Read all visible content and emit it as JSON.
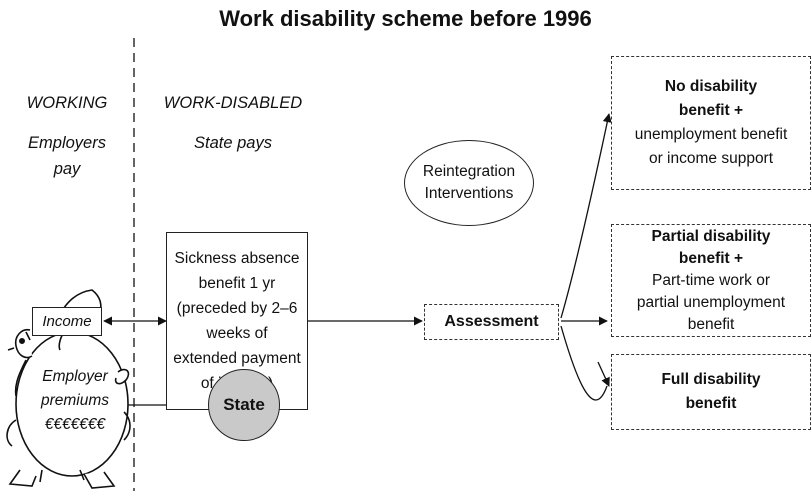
{
  "title": "Work disability scheme before 1996",
  "columns": {
    "working": {
      "heading": "WORKING",
      "sub1": "Employers",
      "sub2": "pay"
    },
    "disabled": {
      "heading": "WORK-DISABLED",
      "sub": "State pays"
    }
  },
  "income_label": "Income",
  "sickness_box": [
    "Sickness absence",
    "benefit 1 yr",
    "(preceded by 2–6",
    "weeks of",
    "extended payment",
    "of income)"
  ],
  "reintegration": [
    "Reintegration",
    "Interventions"
  ],
  "assessment": "Assessment",
  "outcomes": {
    "none": {
      "bold1": "No disability",
      "bold2": "benefit +",
      "text1": "unemployment benefit",
      "text2": "or income support"
    },
    "partial": {
      "bold1": "Partial disability",
      "bold2": "benefit +",
      "text1": "Part-time work or",
      "text2": "partial unemployment",
      "text3": "benefit"
    },
    "full": {
      "bold1": "Full disability",
      "bold2": "benefit"
    }
  },
  "premiums": {
    "line1": "Employer",
    "line2": "premiums",
    "line3": "€€€€€€€"
  },
  "state_label": "State"
}
